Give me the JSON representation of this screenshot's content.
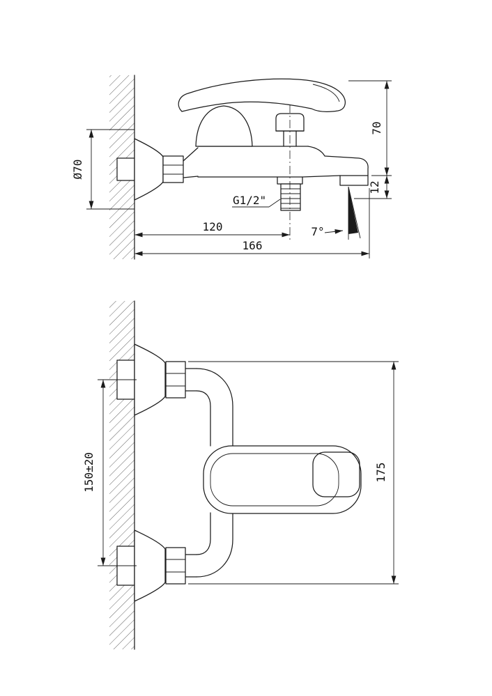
{
  "meta": {
    "background": "#ffffff",
    "line_color": "#1b1b1b",
    "drawing_type": "wall-mounted bath mixer faucet, two orthographic views"
  },
  "top_view": {
    "name": "side-elevation",
    "dims": {
      "flange_diameter": "Ø70",
      "spout_height": "70",
      "outlet_drop": "12",
      "thread_label": "G1/2\"",
      "wall_to_shower_outlet": "120",
      "wall_to_spout_tip": "166",
      "stream_angle": "7°"
    }
  },
  "front_view": {
    "name": "front-elevation",
    "dims": {
      "mount_centers": "150±20",
      "overall_height": "175"
    }
  }
}
